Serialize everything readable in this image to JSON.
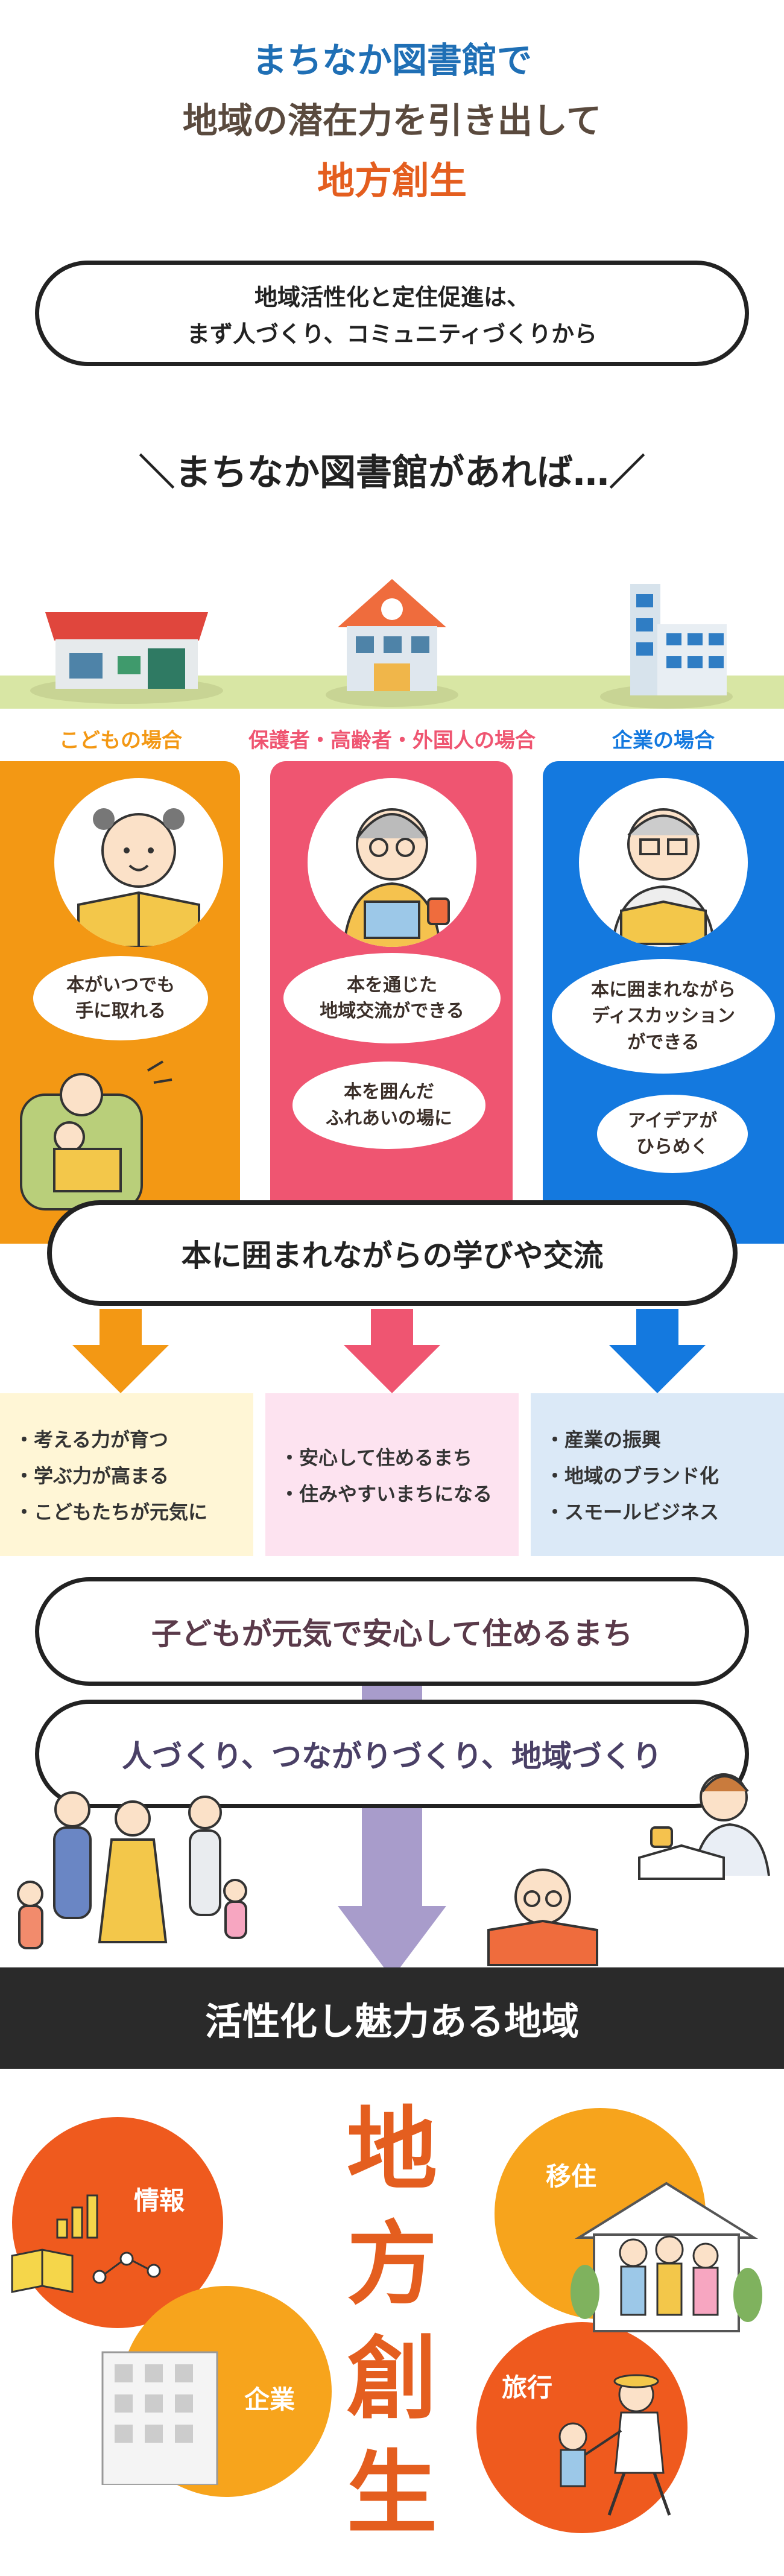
{
  "header": {
    "line1": "まちなか図書館で",
    "line2": "地域の潜在力を引き出して",
    "line3": "地方創生"
  },
  "intro": {
    "line1": "地域活性化と定住促進は、",
    "line2": "まず人づくり、コミュニティづくりから"
  },
  "tagline": "＼まちなか図書館があれば…／",
  "groups": [
    {
      "label": "こどもの場合",
      "color": "#f39814",
      "bubbles": [
        {
          "line1": "本がいつでも",
          "line2": "手に取れる"
        }
      ],
      "results": [
        "考える力が育つ",
        "学ぶ力が高まる",
        "こどもたちが元気に"
      ],
      "result_bg": "#fff6d6"
    },
    {
      "label": "保護者・高齢者・外国人の場合",
      "color": "#ef5571",
      "bubbles": [
        {
          "line1": "本を通じた",
          "line2": "地域交流ができる"
        },
        {
          "line1": "本を囲んだ",
          "line2": "ふれあいの場に"
        }
      ],
      "results": [
        "安心して住めるまち",
        "住みやすいまちになる"
      ],
      "result_bg": "#fde3f0"
    },
    {
      "label": "企業の場合",
      "color": "#1479df",
      "bubbles": [
        {
          "line1": "本に囲まれながら",
          "line2": "ディスカッション",
          "line3": "ができる"
        },
        {
          "line1": "アイデアが",
          "line2": "ひらめく"
        }
      ],
      "results": [
        "産業の振興",
        "地域のブランド化",
        "スモールビジネス"
      ],
      "result_bg": "#dbe9f7"
    }
  ],
  "center_pill": "本に囲まれながらの学びや交流",
  "outcome1": "子どもが元気で安心して住めるまち",
  "outcome2": "人づくり、つながりづくり、地域づくり",
  "banner": "活性化し魅力ある地域",
  "final": {
    "big1": "地",
    "big2": "方",
    "big3": "創",
    "big4": "生",
    "info": "情報",
    "company": "企業",
    "move": "移住",
    "travel": "旅行"
  },
  "colors": {
    "blue": "#1f6fb5",
    "brown": "#5a4a3e",
    "orange": "#e45e1f",
    "grass": "#d8e6a4",
    "arrow_purple": "#a89ccb",
    "banner": "#2a2a2a"
  }
}
